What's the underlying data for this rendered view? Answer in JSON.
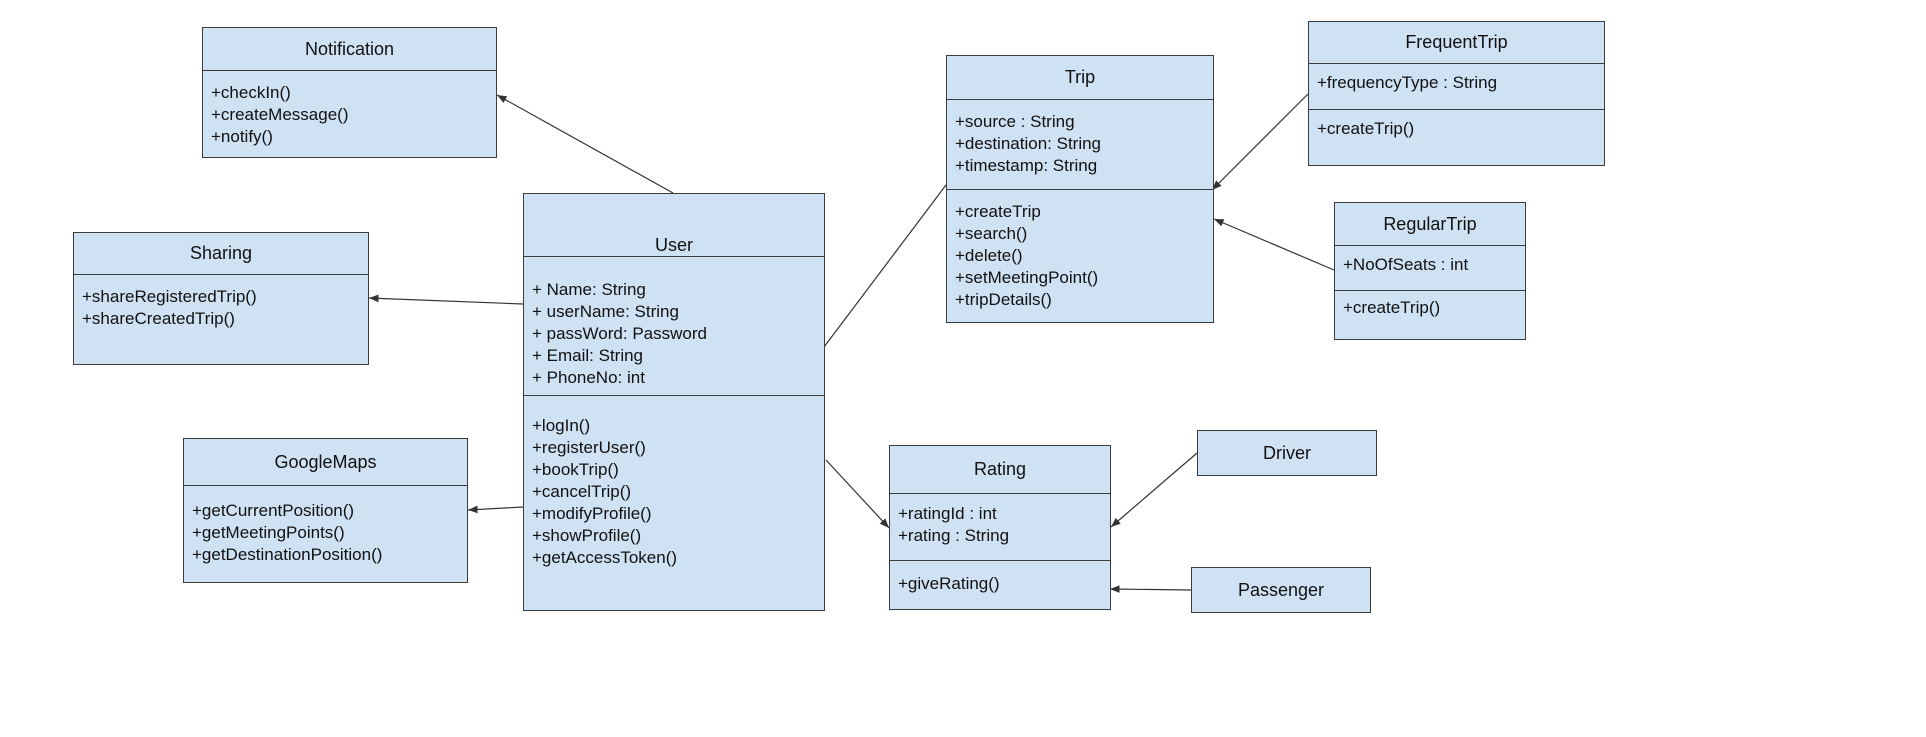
{
  "classes": {
    "notification": {
      "name": "Notification",
      "attributes": [],
      "methods": [
        "+checkIn()",
        "+createMessage()",
        "+notify()"
      ]
    },
    "sharing": {
      "name": "Sharing",
      "attributes": [],
      "methods": [
        "+shareRegisteredTrip()",
        "+shareCreatedTrip()"
      ]
    },
    "googlemaps": {
      "name": "GoogleMaps",
      "attributes": [],
      "methods": [
        "+getCurrentPosition()",
        "+getMeetingPoints()",
        "+getDestinationPosition()"
      ]
    },
    "user": {
      "name": "User",
      "attributes": [
        "+ Name: String",
        "+ userName: String",
        "+ passWord: Password",
        "+ Email: String",
        "+ PhoneNo: int"
      ],
      "methods": [
        "+logIn()",
        "+registerUser()",
        "+bookTrip()",
        "+cancelTrip()",
        "+modifyProfile()",
        "+showProfile()",
        "+getAccessToken()"
      ]
    },
    "trip": {
      "name": "Trip",
      "attributes": [
        "+source : String",
        "+destination: String",
        "+timestamp: String"
      ],
      "methods": [
        "+createTrip",
        "+search()",
        "+delete()",
        "+setMeetingPoint()",
        "+tripDetails()"
      ]
    },
    "frequenttrip": {
      "name": "FrequentTrip",
      "attributes": [
        "+frequencyType : String"
      ],
      "methods": [
        "+createTrip()"
      ]
    },
    "regulartrip": {
      "name": "RegularTrip",
      "attributes": [
        "+NoOfSeats : int"
      ],
      "methods": [
        "+createTrip()"
      ]
    },
    "rating": {
      "name": "Rating",
      "attributes": [
        "+ratingId : int",
        "+rating : String"
      ],
      "methods": [
        "+giveRating()"
      ]
    },
    "driver": {
      "name": "Driver"
    },
    "passenger": {
      "name": "Passenger"
    }
  },
  "colors": {
    "box_fill": "#cfe2f3",
    "box_border": "#3c3c3c",
    "line": "#333333"
  }
}
